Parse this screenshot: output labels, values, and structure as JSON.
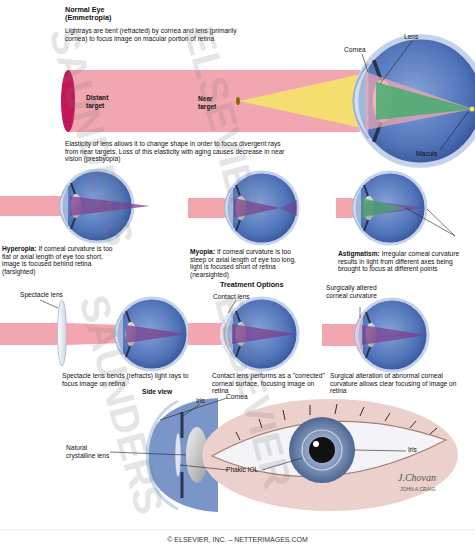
{
  "diagram": {
    "labels": [
      "Normal Eye (Emmetropia)",
      "Lightrays are bent (refracted) by cornea and lens (primarily cornea) to focus image on macular portion of retina",
      "Lens",
      "Cornea",
      "Distant target",
      "Near target",
      "Macula",
      "Elasticity of lens allows it to change shape in order to focus divergent rays from near targets. Loss of this elasticity with aging causes decrease in near vision (presbyopia)",
      "Hyperopia:",
      "If corneal curvature is too flat or axial length of eye too short, image is focused behind retina (farsighted)",
      "Myopia:",
      "If corneal curvature is too steep or axial length of eye too long, light is focused short of retina (nearsighted)",
      "Astigmatism:",
      "Irregular corneal curvature results in light from different axes being brought to focus at different points",
      "Treatment Options",
      "Spectacle lens",
      "Contact lens",
      "Surgically altered corneal curvature",
      "Spectacle lens bends (refracts) light rays to focus image on retina",
      "Contact lens performs as a \"corrected\" corneal surface, focusing image on retina",
      "Surgical alteration of abnormal corneal curvature allows clear focusing of image on retina",
      "Side view",
      "Iris",
      "Cornea",
      "Natural crystalline lens",
      "Phakic IOL",
      "Iris",
      "J.Chovan",
      "JOHN A.CRAIG",
      "SAUNDERS",
      "ELSEVIER",
      "SAUNDERS",
      "ELSEVIER",
      "© ELSEVIER, INC. – NETTERIMAGES.COM"
    ]
  }
}
